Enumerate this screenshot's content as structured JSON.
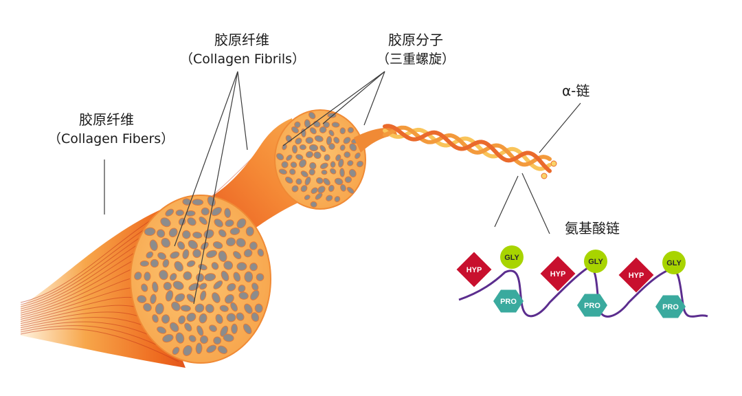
{
  "labels": {
    "fibers": {
      "zh": "胶原纤维",
      "en": "（Collagen Fibers）"
    },
    "fibrils": {
      "zh": "胶原纤维",
      "en": "（Collagen Fibrils）"
    },
    "molecule": {
      "zh": "胶原分子",
      "en": "（三重螺旋）"
    },
    "alpha_chain": "α-链",
    "amino_chain": "氨基酸链"
  },
  "amino_units": [
    {
      "hyp": "HYP",
      "gly": "GLY",
      "pro": "PRO"
    },
    {
      "hyp": "HYP",
      "gly": "GLY",
      "pro": "PRO"
    },
    {
      "hyp": "HYP",
      "gly": "GLY",
      "pro": "PRO"
    }
  ],
  "colors": {
    "hyp": "#c8102e",
    "gly": "#a8d400",
    "pro": "#3aaa9e",
    "backbone": "#5b2d8e",
    "fiber": "#f26a21",
    "fibril_dot": "#8c8c8c",
    "cross_section": "#fbb45a"
  }
}
